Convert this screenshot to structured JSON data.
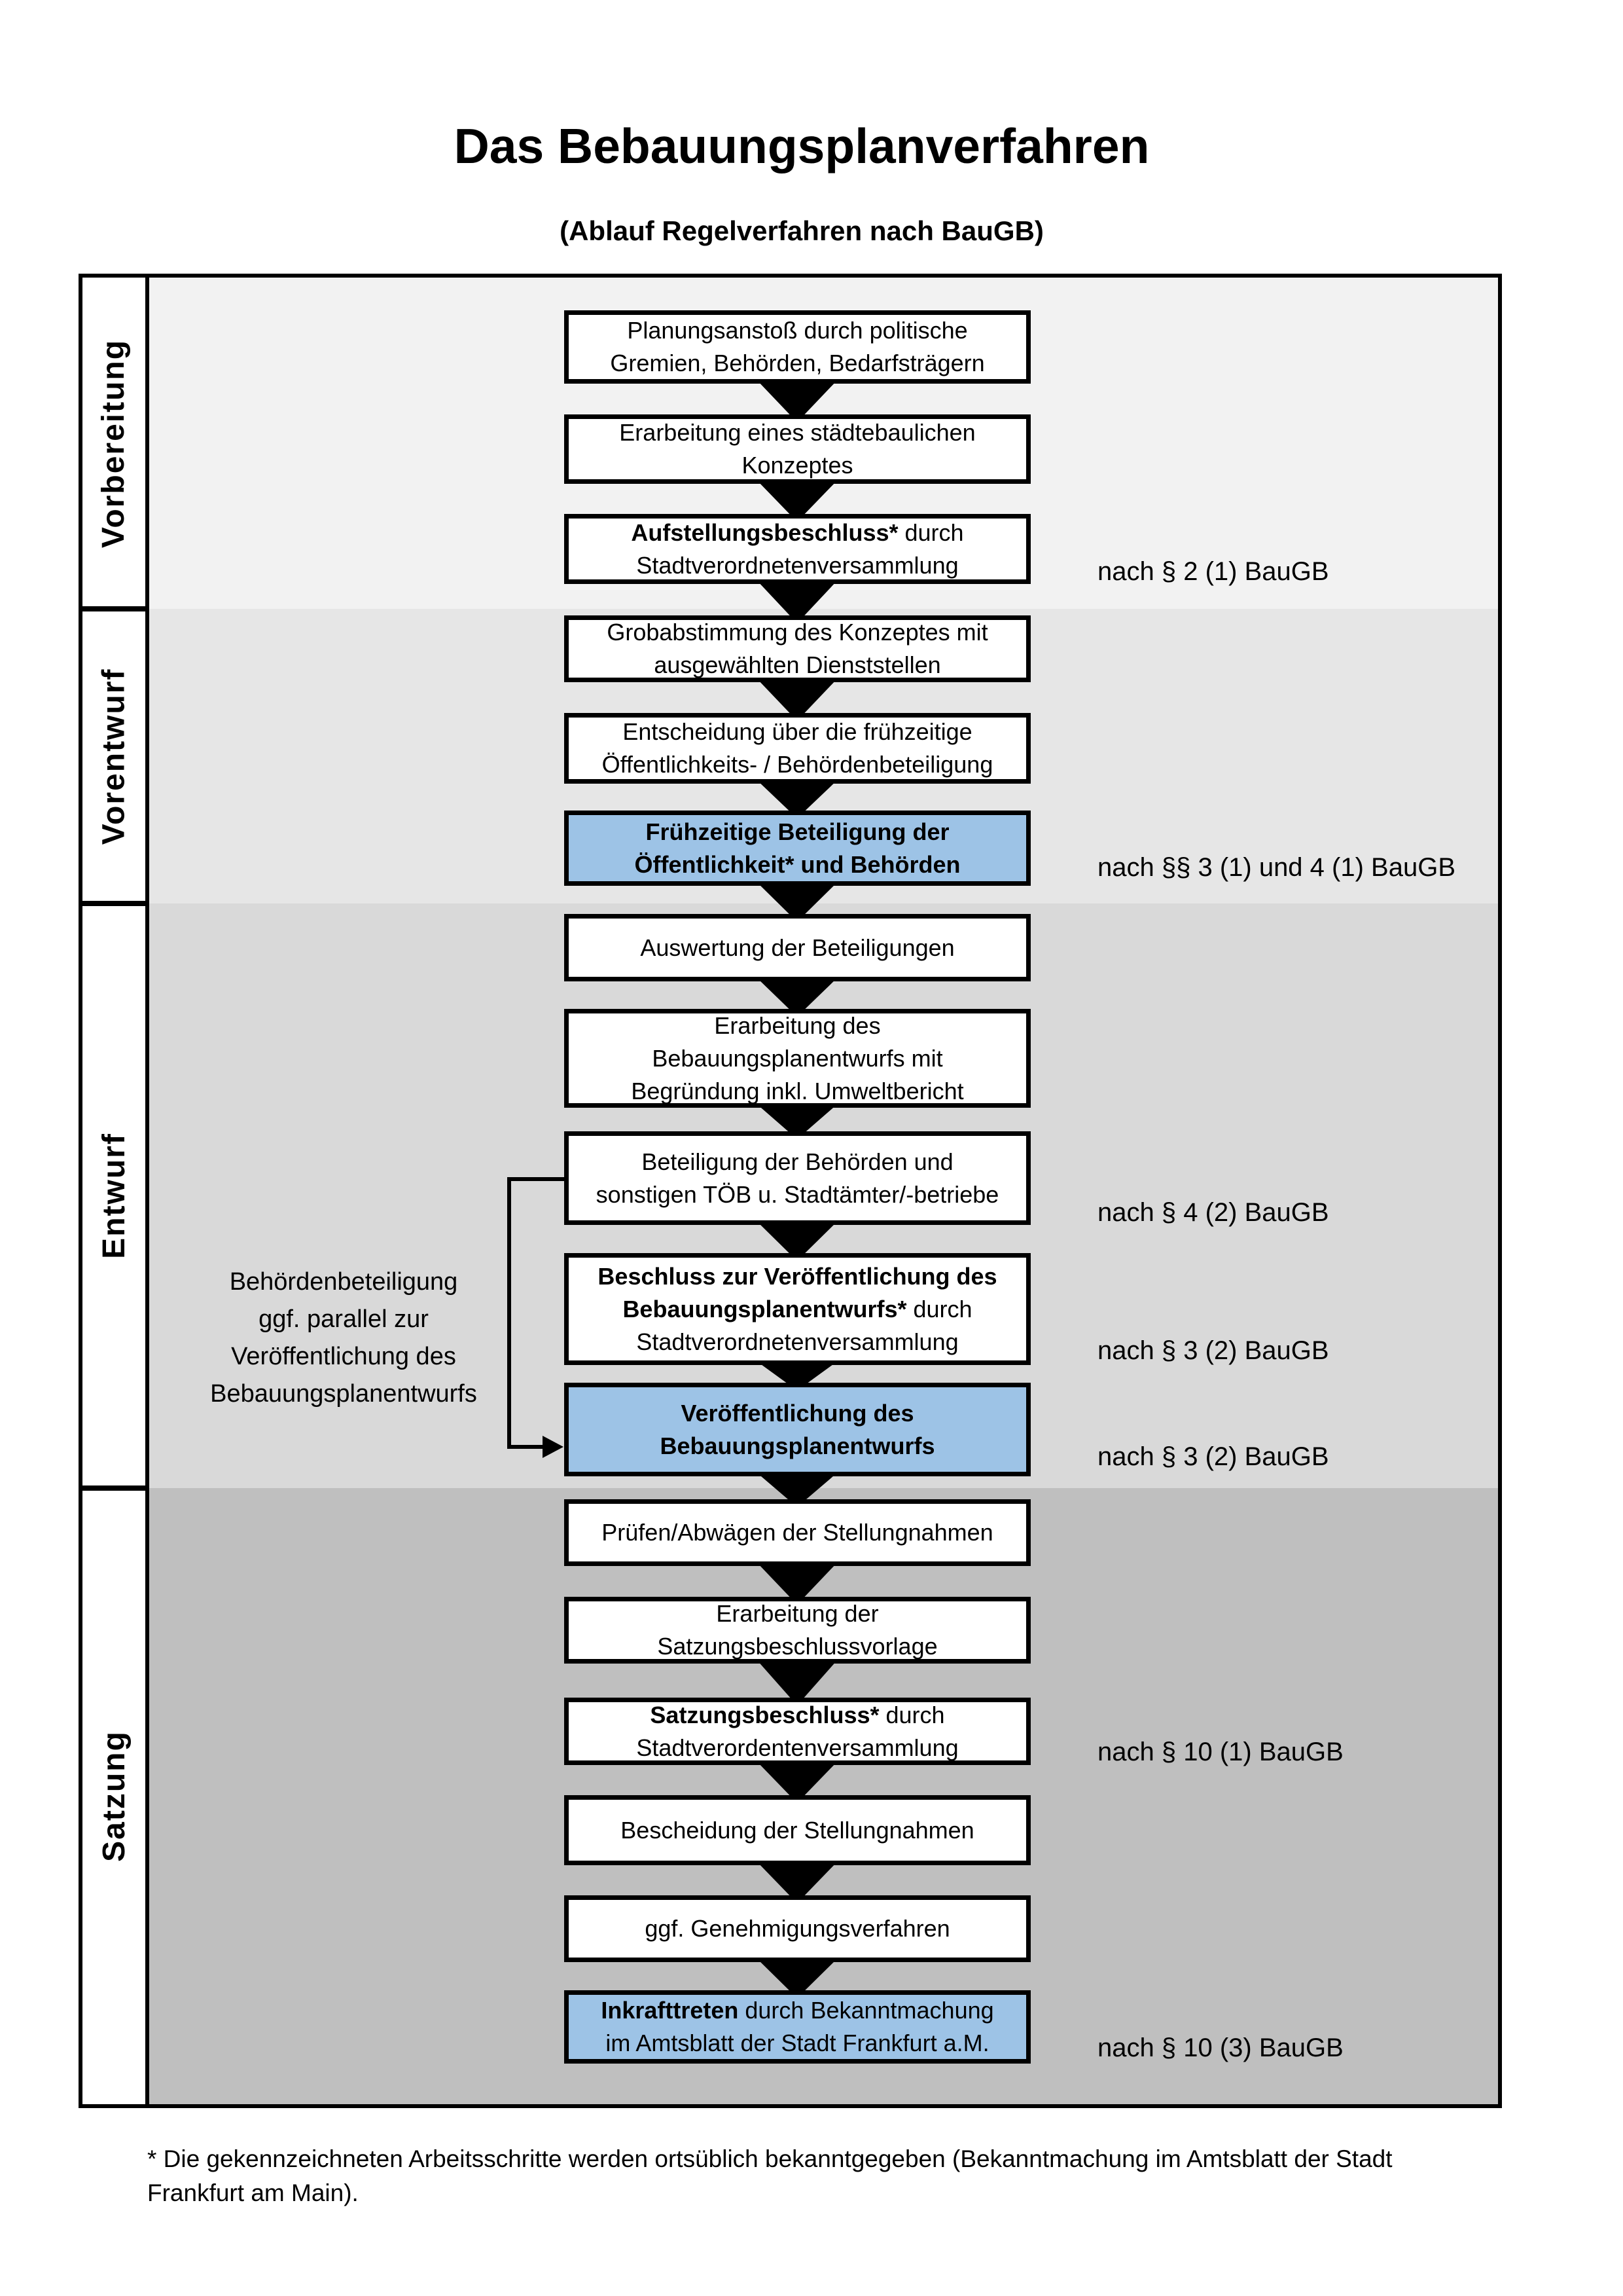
{
  "title": "Das Bebauungsplanverfahren",
  "subtitle": "(Ablauf Regelverfahren nach BauGB)",
  "phases": [
    {
      "label": "Vorbereitung",
      "color": "#f2f2f2"
    },
    {
      "label": "Vorentwurf",
      "color": "#e6e6e6"
    },
    {
      "label": "Entwurf",
      "color": "#d9d9d9"
    },
    {
      "label": "Satzung",
      "color": "#bfbfbf"
    }
  ],
  "boxes": [
    {
      "l1": "Planungsanstoß durch politische",
      "l2": "Gremien, Behörden, Bedarfsträgern"
    },
    {
      "l1": "Erarbeitung eines städtebaulichen",
      "l2": "Konzeptes"
    },
    {
      "b1": "Aufstellungsbeschluss*",
      "r1": " durch",
      "l2": "Stadtverordnetenversammlung"
    },
    {
      "l1": "Grobabstimmung des Konzeptes mit",
      "l2": "ausgewählten Dienststellen"
    },
    {
      "l1": "Entscheidung über die frühzeitige",
      "l2": "Öffentlichkeits- / Behördenbeteiligung"
    },
    {
      "b1": "Frühzeitige Beteiligung der",
      "b2": "Öffentlichkeit* und Behörden"
    },
    {
      "l1": "Auswertung der Beteiligungen"
    },
    {
      "l1": "Erarbeitung des",
      "l2": "Bebauungsplanentwurfs mit",
      "l3": "Begründung inkl. Umweltbericht"
    },
    {
      "l1": "Beteiligung der Behörden und",
      "l2": "sonstigen TÖB u. Stadtämter/-betriebe"
    },
    {
      "b1": "Beschluss zur Veröffentlichung des",
      "b2": "Bebauungsplanentwurfs*",
      "r2": " durch",
      "l3": "Stadtverordnetenversammlung"
    },
    {
      "b1": "Veröffentlichung des",
      "b2": "Bebauungsplanentwurfs"
    },
    {
      "l1": "Prüfen/Abwägen der Stellungnahmen"
    },
    {
      "l1": "Erarbeitung der",
      "l2": "Satzungsbeschlussvorlage"
    },
    {
      "b1": "Satzungsbeschluss*",
      "r1": " durch",
      "l2": "Stadtverordentenversammlung"
    },
    {
      "l1": "Bescheidung der Stellungnahmen"
    },
    {
      "l1": "ggf. Genehmigungsverfahren"
    },
    {
      "b1": "Inkrafttreten",
      "r1": " durch Bekanntmachung",
      "l2": "im Amtsblatt der Stadt Frankfurt a.M."
    }
  ],
  "references": [
    "nach § 2 (1) BauGB",
    "nach §§ 3 (1) und 4 (1) BauGB",
    "nach § 4 (2) BauGB",
    "nach § 3 (2) BauGB",
    "nach § 3 (2) BauGB",
    "nach § 10 (1) BauGB",
    "nach § 10 (3) BauGB"
  ],
  "annotation": {
    "l1": "Behördenbeteiligung",
    "l2": "ggf. parallel zur",
    "l3": "Veröffentlichung des",
    "l4": "Bebauungsplanentwurfs"
  },
  "footnote": {
    "l1": "* Die gekennzeichneten Arbeitsschritte werden ortsüblich bekanntgegeben (Bekanntmachung im Amtsblatt  der Stadt",
    "l2": "Frankfurt am Main)."
  },
  "colors": {
    "highlight": "#9dc3e6",
    "box_border": "#000000"
  }
}
